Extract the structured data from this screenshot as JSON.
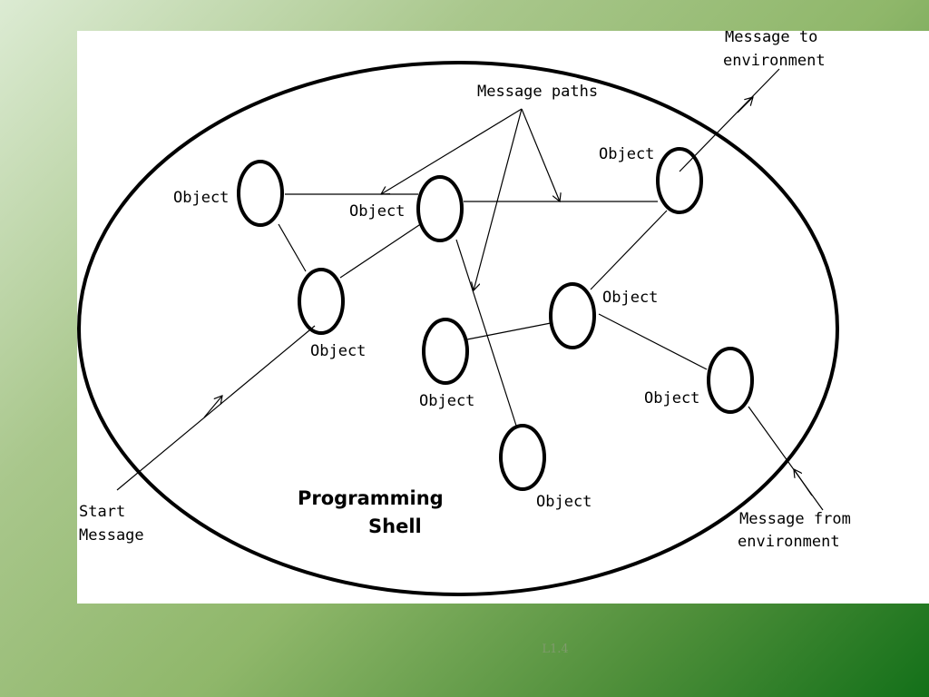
{
  "diagram": {
    "title_line1": "Programming",
    "title_line2": "Shell",
    "labels": {
      "message_paths": "Message paths",
      "message_to_env_1": "Message to",
      "message_to_env_2": "environment",
      "message_from_env_1": "Message from",
      "message_from_env_2": "environment",
      "start_1": "Start",
      "start_2": "Message",
      "object": "Object"
    }
  },
  "footer": {
    "slide_number": "L1.4"
  }
}
